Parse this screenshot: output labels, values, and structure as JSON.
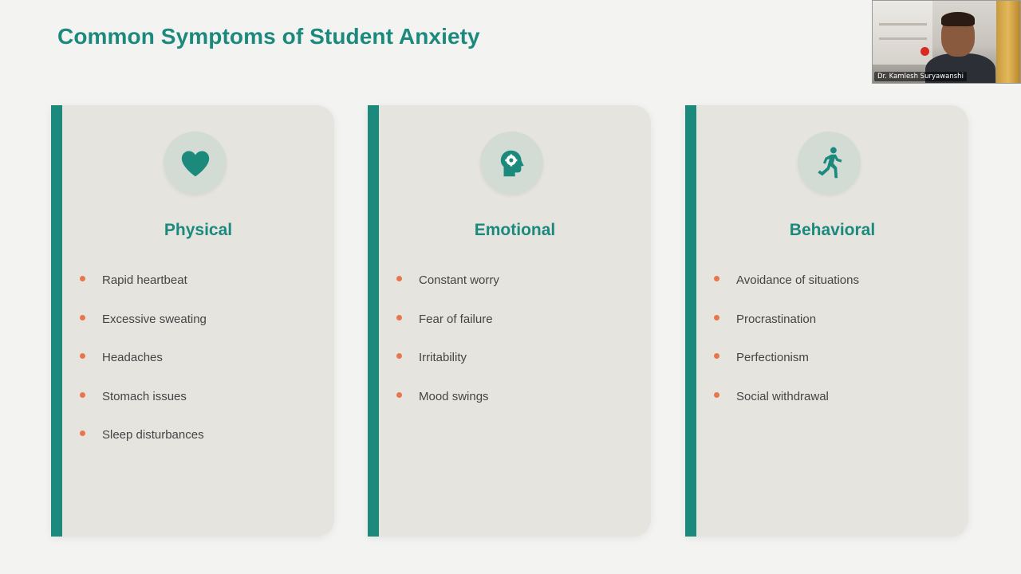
{
  "slide": {
    "title": "Common Symptoms of Student Anxiety"
  },
  "accent_color": "#1b8a7c",
  "bullet_color": "#e8764a",
  "cards": [
    {
      "icon": "heart-icon",
      "title": "Physical",
      "items": [
        "Rapid heartbeat",
        "Excessive sweating",
        "Headaches",
        "Stomach issues",
        "Sleep disturbances"
      ]
    },
    {
      "icon": "head-gear-icon",
      "title": "Emotional",
      "items": [
        "Constant worry",
        "Fear of failure",
        "Irritability",
        "Mood swings"
      ]
    },
    {
      "icon": "running-person-icon",
      "title": "Behavioral",
      "items": [
        "Avoidance of situations",
        "Procrastination",
        "Perfectionism",
        "Social withdrawal"
      ]
    }
  ],
  "video": {
    "participant_name": "Dr. Kamlesh Suryawanshi"
  }
}
